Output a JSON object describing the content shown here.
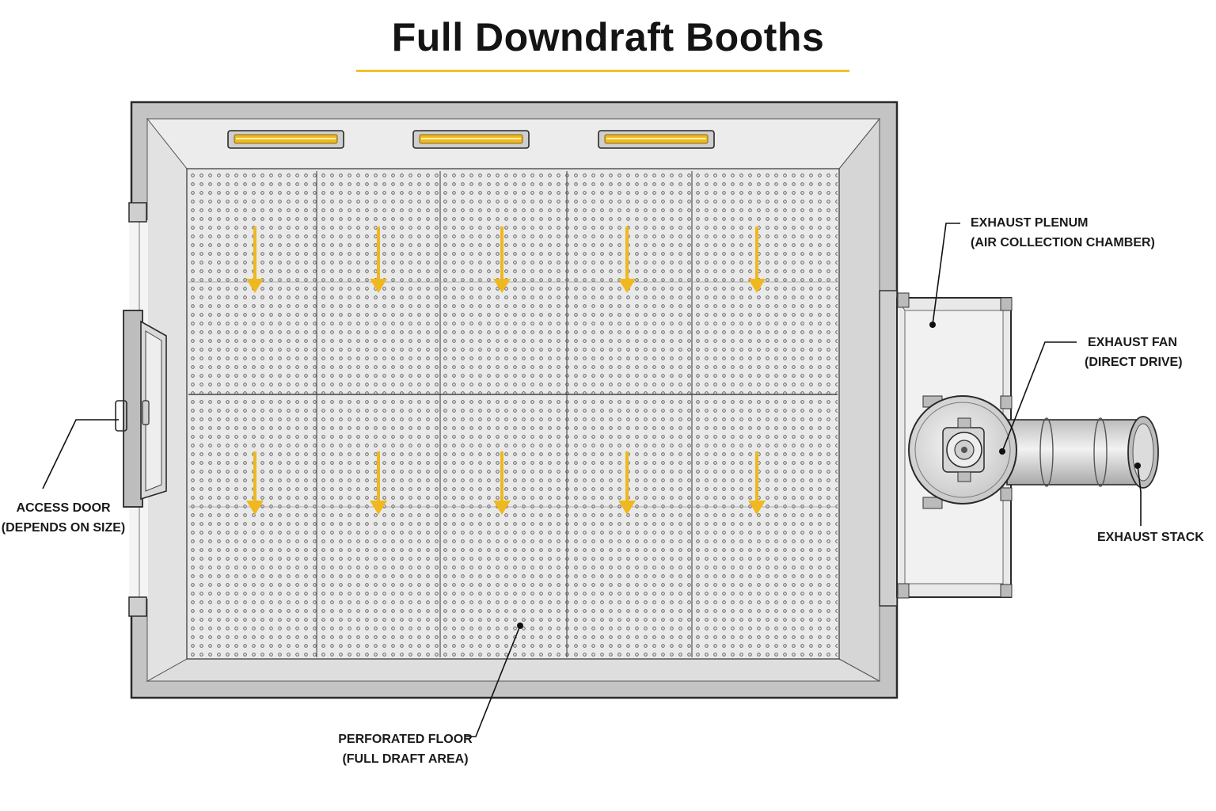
{
  "title": "Full Downdraft Booths",
  "colors": {
    "accent": "#f2c12e",
    "arrow": "#f0b81f",
    "steel": "#c9c9c9",
    "floor": "#e6e6e6",
    "outline": "#2a2a2a"
  },
  "callouts": {
    "exhaust_plenum": {
      "line1": "EXHAUST PLENUM",
      "line2": "(AIR COLLECTION CHAMBER)"
    },
    "exhaust_fan": {
      "line1": "EXHAUST FAN",
      "line2": "(DIRECT DRIVE)"
    },
    "exhaust_stack": {
      "line1": "EXHAUST STACK"
    },
    "access_door": {
      "line1": "ACCESS DOOR",
      "line2": "(DEPENDS ON SIZE)"
    },
    "perforated_floor": {
      "line1": "PERFORATED FLOOR",
      "line2": "(FULL DRAFT AREA)"
    }
  },
  "floor_grid": {
    "columns": 5,
    "rows": 4
  },
  "light_fixtures": 3,
  "airflow_arrows": 10
}
